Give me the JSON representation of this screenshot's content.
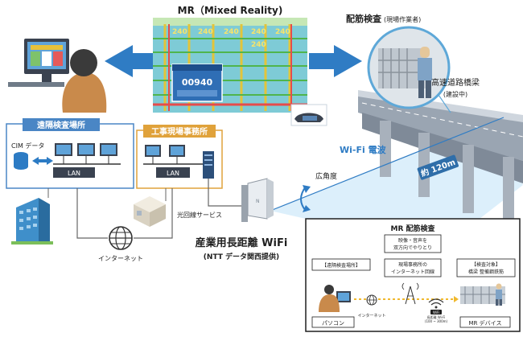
{
  "mr_title": "MR（Mixed Reality)",
  "mr_display": {
    "values": [
      "240",
      "240",
      "240",
      "240",
      "240",
      "240"
    ],
    "readout": "00940"
  },
  "inspection": {
    "title": "配筋検査",
    "subtitle": "(現場作業者)"
  },
  "bridge": {
    "title": "高速道路橋梁",
    "subtitle": "(建設中)"
  },
  "wifi_wave_label": "Wi-Fi 電波",
  "distance_label": "約 120m",
  "wide_angle_label": "広角度",
  "remote_site": {
    "title": "遠隔検査場所",
    "cim_label": "CIM データ",
    "lan_label": "LAN"
  },
  "office": {
    "title": "工事現場事務所",
    "lan_label": "LAN"
  },
  "fiber_label": "光回線サービス",
  "internet_label": "インターネット",
  "wifi_title": "産業用長距離 WiFi",
  "wifi_provider": "(NTT データ関西提供)",
  "inset": {
    "title": "MR 配筋検査",
    "bubble_line1": "映像・音声を",
    "bubble_line2": "双方向でやりとり",
    "left_box": "【遠隔検査場所】",
    "middle_line1": "現場事務所の",
    "middle_line2": "インターネット回線",
    "right_line1": "【検査対象】",
    "right_line2": "橋梁 整備鋼鉄筋",
    "internet_label": "インターネット",
    "wifi_line1": "長距離 Wi-Fi",
    "wifi_line2": "(100 ~ 300m)",
    "wifi_badge": "WiFi",
    "pc_label": "パソコン",
    "mr_device_label": "MR デバイス"
  },
  "colors": {
    "accent_blue": "#2f7cc4",
    "remote_border": "#4a86c5",
    "office_border": "#e0a23b",
    "signal_blue": "#cfe6f7"
  }
}
